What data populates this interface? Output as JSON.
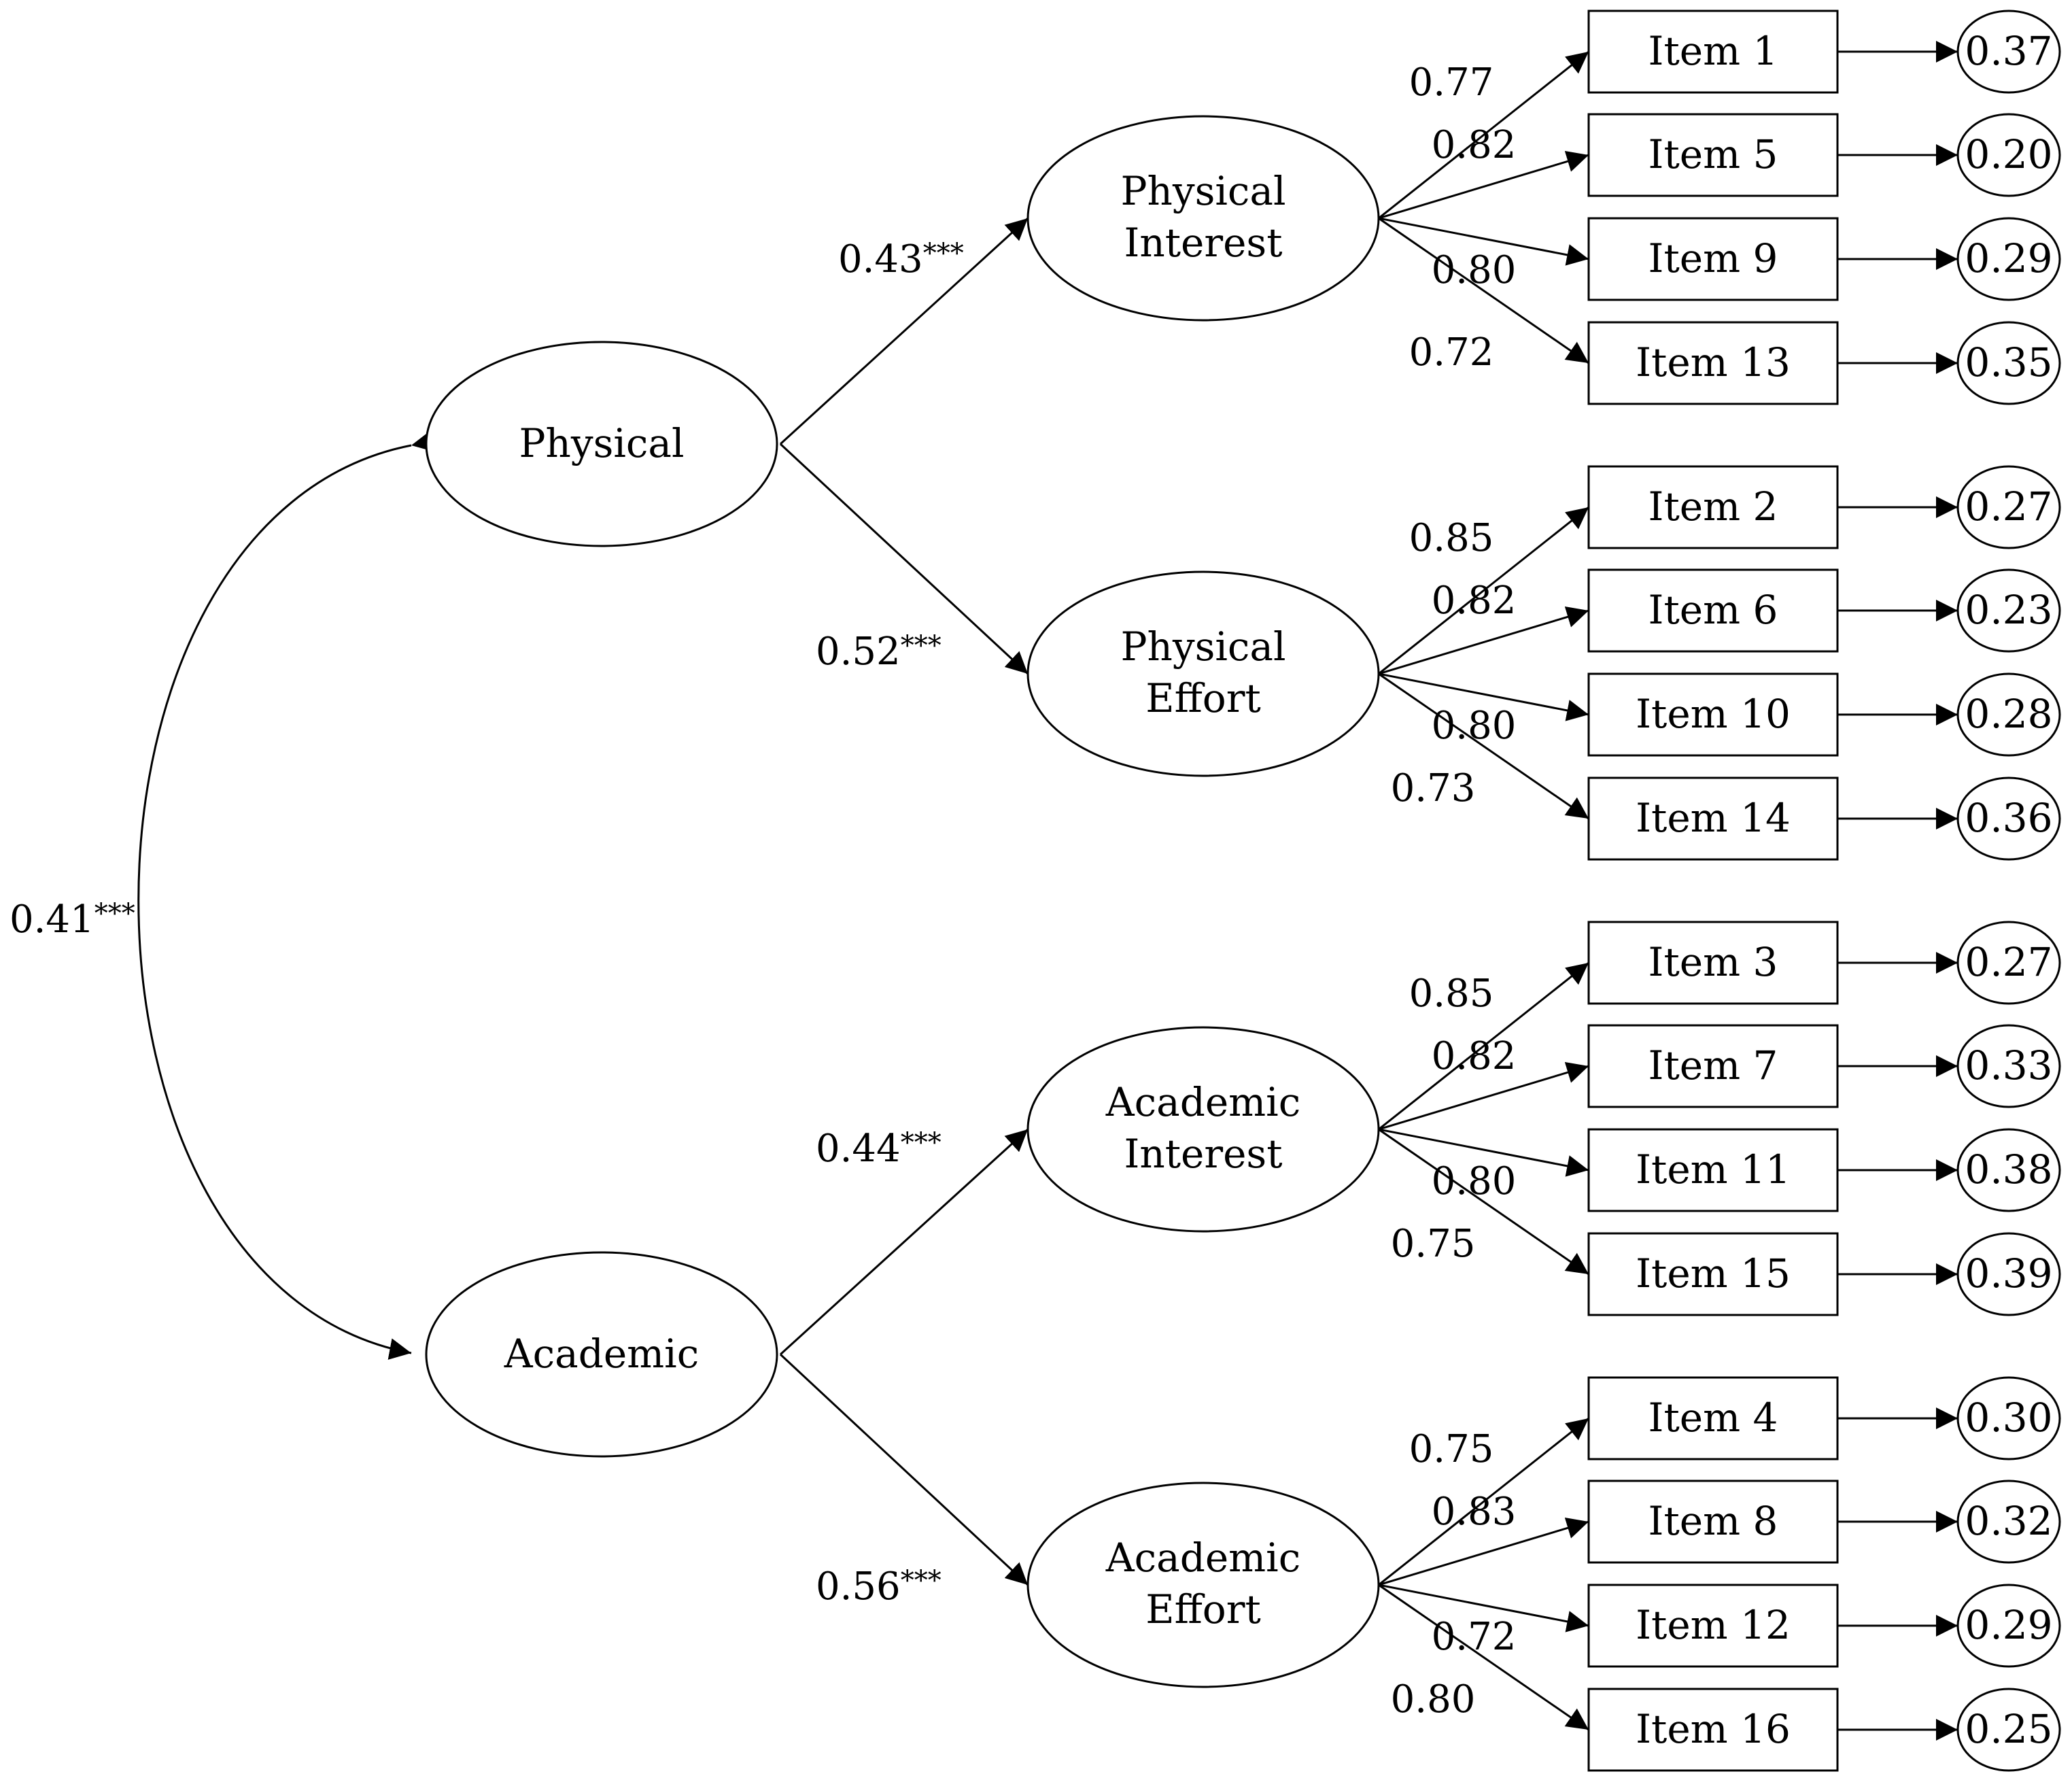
{
  "latent_factors": {
    "physical": "Physical",
    "academic": "Academic"
  },
  "factor_correlation": {
    "value": "0.41",
    "significance": "***"
  },
  "subfactors": [
    {
      "lines": [
        "Physical",
        "Interest"
      ],
      "path": {
        "value": "0.43",
        "significance": "***"
      },
      "items": [
        {
          "label": "Item 1",
          "loading": "0.77",
          "error": "0.37"
        },
        {
          "label": "Item 5",
          "loading": "0.82",
          "error": "0.20"
        },
        {
          "label": "Item 9",
          "loading": "0.80",
          "error": "0.29"
        },
        {
          "label": "Item 13",
          "loading": "0.72",
          "error": "0.35"
        }
      ]
    },
    {
      "lines": [
        "Physical",
        "Effort"
      ],
      "path": {
        "value": "0.52",
        "significance": "***"
      },
      "items": [
        {
          "label": "Item 2",
          "loading": "0.85",
          "error": "0.27"
        },
        {
          "label": "Item 6",
          "loading": "0.82",
          "error": "0.23"
        },
        {
          "label": "Item 10",
          "loading": "0.80",
          "error": "0.28"
        },
        {
          "label": "Item 14",
          "loading": "0.73",
          "error": "0.36"
        }
      ]
    },
    {
      "lines": [
        "Academic",
        "Interest"
      ],
      "path": {
        "value": "0.44",
        "significance": "***"
      },
      "items": [
        {
          "label": "Item 3",
          "loading": "0.85",
          "error": "0.27"
        },
        {
          "label": "Item 7",
          "loading": "0.82",
          "error": "0.33"
        },
        {
          "label": "Item 11",
          "loading": "0.80",
          "error": "0.38"
        },
        {
          "label": "Item 15",
          "loading": "0.75",
          "error": "0.39"
        }
      ]
    },
    {
      "lines": [
        "Academic",
        "Effort"
      ],
      "path": {
        "value": "0.56",
        "significance": "***"
      },
      "items": [
        {
          "label": "Item 4",
          "loading": "0.75",
          "error": "0.30"
        },
        {
          "label": "Item 8",
          "loading": "0.83",
          "error": "0.32"
        },
        {
          "label": "Item 12",
          "loading": "0.72",
          "error": "0.29"
        },
        {
          "label": "Item 16",
          "loading": "0.80",
          "error": "0.25"
        }
      ]
    }
  ]
}
